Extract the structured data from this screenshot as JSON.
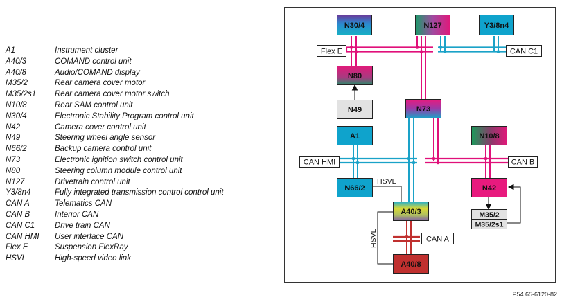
{
  "legend": [
    {
      "code": "A1",
      "desc": "Instrument cluster"
    },
    {
      "code": "A40/3",
      "desc": "COMAND control unit"
    },
    {
      "code": "A40/8",
      "desc": "Audio/COMAND display"
    },
    {
      "code": "M35/2",
      "desc": "Rear camera cover motor"
    },
    {
      "code": "M35/2s1",
      "desc": "Rear camera cover motor switch"
    },
    {
      "code": "N10/8",
      "desc": "Rear SAM control unit"
    },
    {
      "code": "N30/4",
      "desc": "Electronic Stability Program control unit"
    },
    {
      "code": "N42",
      "desc": "Camera cover control unit"
    },
    {
      "code": "N49",
      "desc": "Steering wheel angle sensor"
    },
    {
      "code": "N66/2",
      "desc": "Backup camera control unit"
    },
    {
      "code": "N73",
      "desc": "Electronic ignition switch control unit"
    },
    {
      "code": "N80",
      "desc": "Steering column module control unit"
    },
    {
      "code": "N127",
      "desc": "Drivetrain control unit"
    },
    {
      "code": "Y3/8n4",
      "desc": "Fully integrated transmission control control unit"
    },
    {
      "code": "CAN A",
      "desc": "Telematics CAN"
    },
    {
      "code": "CAN B",
      "desc": "Interior CAN"
    },
    {
      "code": "CAN C1",
      "desc": "Drive train CAN"
    },
    {
      "code": "CAN HMI",
      "desc": "User interface CAN"
    },
    {
      "code": "Flex E",
      "desc": "Suspension FlexRay"
    },
    {
      "code": "HSVL",
      "desc": "High-speed video link"
    }
  ],
  "nodes": {
    "n30_4": "N30/4",
    "n127": "N127",
    "y3_8n4": "Y3/8n4",
    "n80": "N80",
    "n49": "N49",
    "n73": "N73",
    "a1": "A1",
    "n10_8": "N10/8",
    "n66_2": "N66/2",
    "n42": "N42",
    "a40_3": "A40/3",
    "m35_2": "M35/2",
    "m35_2s1": "M35/2s1",
    "a40_8": "A40/8"
  },
  "bus_labels": {
    "flex_e": "Flex E",
    "can_c1": "CAN C1",
    "can_hmi": "CAN HMI",
    "can_b": "CAN B",
    "can_a": "CAN A"
  },
  "link_labels": {
    "hsvl_top": "HSVL",
    "hsvl_side": "HSVL"
  },
  "reference": "P54.65-6120-82",
  "colors": {
    "magenta": "#e0107a",
    "cyan": "#1aa2c8",
    "red": "#c0302f",
    "cyan_box": "#0fa3cc",
    "magenta_box": "#e81a7e",
    "gray_box": "#e2e2e2"
  }
}
